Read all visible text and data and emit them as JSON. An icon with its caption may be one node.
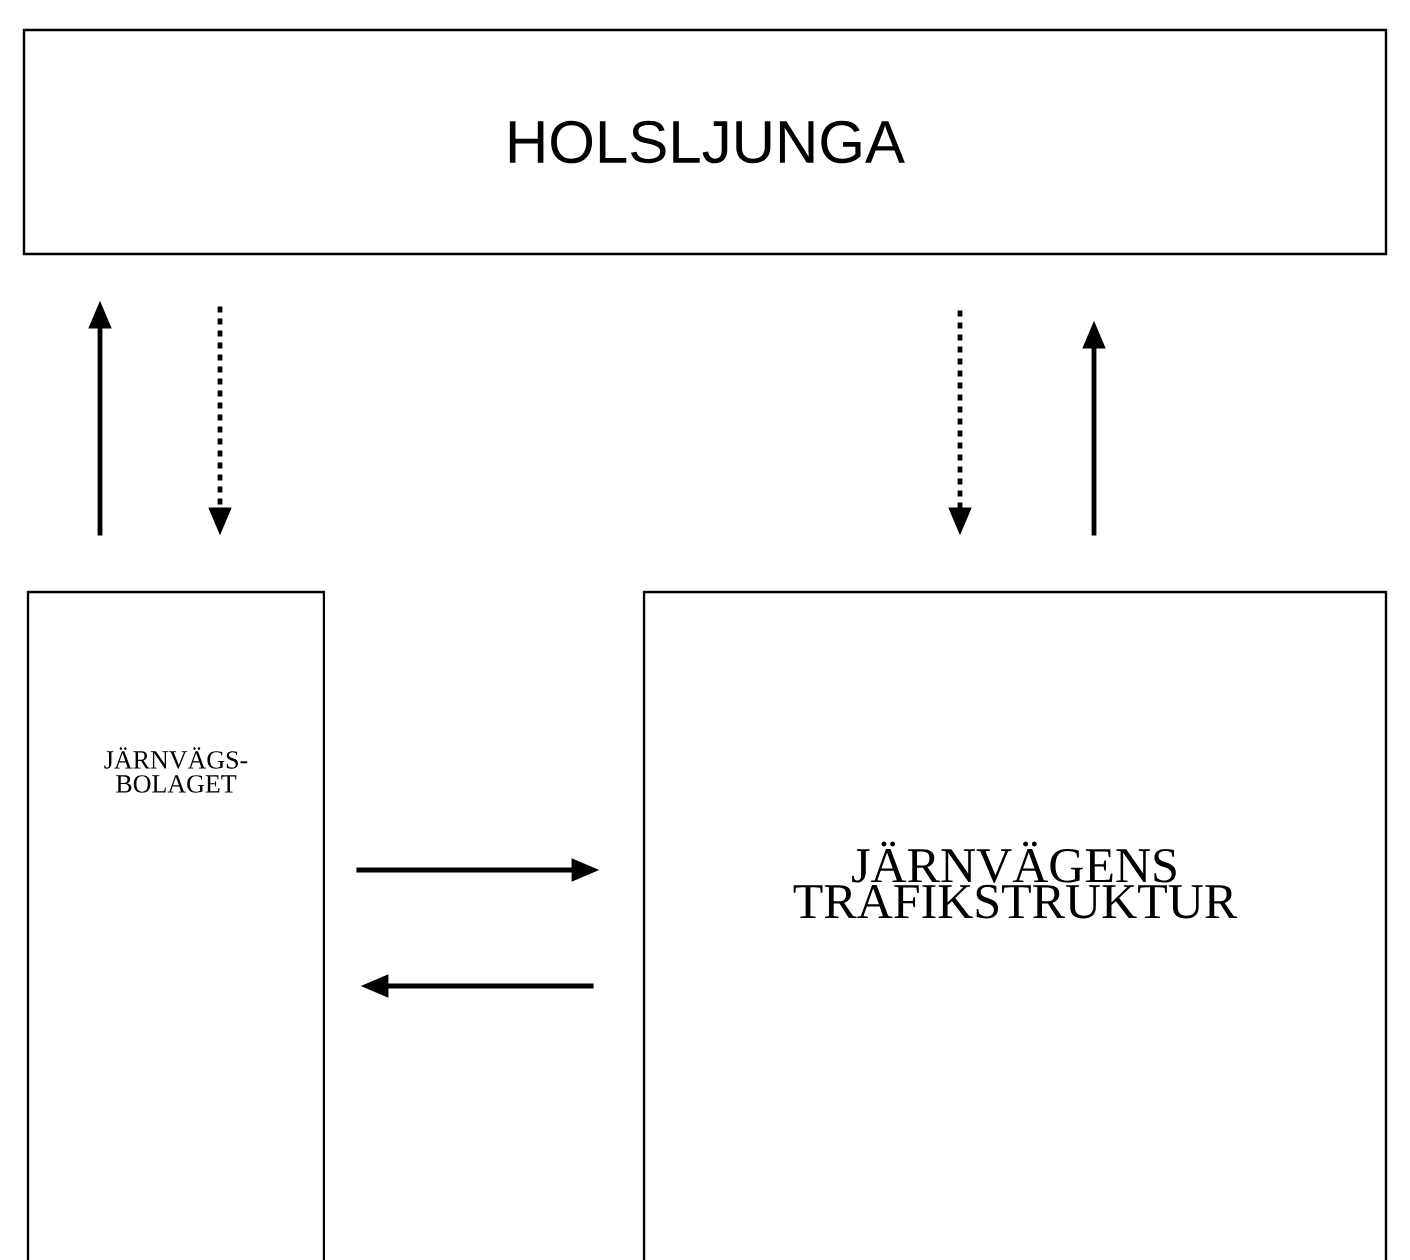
{
  "diagram": {
    "nodes": [
      {
        "text": [
          "HOLSLJUNGA"
        ]
      },
      {
        "text": [
          "JÄRNVÄGS- BOLAGET"
        ]
      },
      {
        "text": [
          "JÄRNVÄGENS TRAFIKSTRUKTUR"
        ]
      }
    ],
    "edges": [
      {
        "from": 1,
        "to": 0,
        "arrow": "to"
      },
      {
        "from": 0,
        "to": 1,
        "arrow": "to",
        "style": "dashed"
      },
      {
        "from": 0,
        "to": 2,
        "arrow": "to",
        "style": "dashed"
      },
      {
        "from": 2,
        "to": 0,
        "arrow": "to"
      },
      {
        "from": 1,
        "to": 2,
        "arrow": "to"
      },
      {
        "from": 2,
        "to": 1,
        "arrow": "to"
      }
    ]
  }
}
